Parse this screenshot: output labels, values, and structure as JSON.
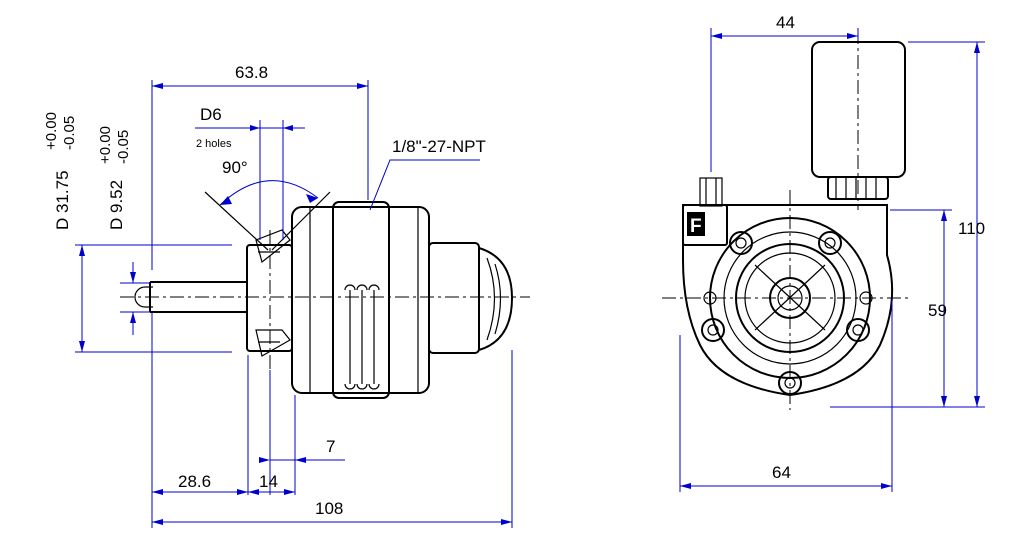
{
  "side_view": {
    "dim_overall_length": "108",
    "dim_body_length": "63.8",
    "dim_shaft_length": "28.6",
    "dim_flange_width": "14",
    "dim_offset": "7",
    "dim_shaft_dia_main": "D 31.75",
    "dim_shaft_dia_main_tol_upper": "+0.00",
    "dim_shaft_dia_main_tol_lower": "-0.05",
    "dim_shaft_dia_small": "D 9.52",
    "dim_shaft_dia_small_tol_upper": "+0.00",
    "dim_shaft_dia_small_tol_lower": "-0.05",
    "dim_hole": "D6",
    "dim_hole_count": "2 holes",
    "dim_angle": "90°",
    "dim_thread": "1/8\"-27-NPT"
  },
  "front_view": {
    "dim_width_top": "44",
    "dim_width_bottom": "64",
    "dim_height_total": "110",
    "dim_height_body": "59",
    "marking_letter": "F"
  },
  "colors": {
    "dimension_lines": "#0000cc",
    "outline": "#000000"
  }
}
